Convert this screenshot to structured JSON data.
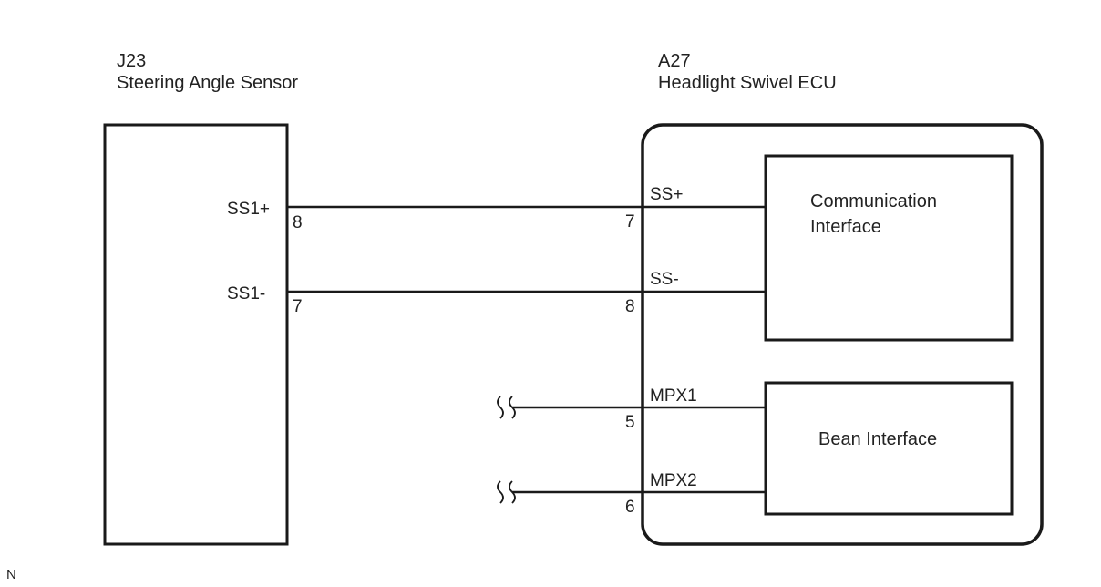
{
  "components": {
    "sensor": {
      "code": "J23",
      "name": "Steering Angle Sensor",
      "pins": [
        {
          "label": "SS1+",
          "number": "8"
        },
        {
          "label": "SS1-",
          "number": "7"
        }
      ]
    },
    "ecu": {
      "code": "A27",
      "name": "Headlight Swivel ECU",
      "pins": [
        {
          "label": "SS+",
          "number": "7"
        },
        {
          "label": "SS-",
          "number": "8"
        },
        {
          "label": "MPX1",
          "number": "5"
        },
        {
          "label": "MPX2",
          "number": "6"
        }
      ],
      "blocks": [
        {
          "line1": "Communication",
          "line2": "Interface"
        },
        {
          "line1": "Bean Interface"
        }
      ]
    }
  },
  "wires": [
    {
      "from": "J23-8 (SS1+)",
      "to": "A27-7 (SS+)"
    },
    {
      "from": "J23-7 (SS1-)",
      "to": "A27-8 (SS-)"
    },
    {
      "from": "break",
      "to": "A27-5 (MPX1)"
    },
    {
      "from": "break",
      "to": "A27-6 (MPX2)"
    }
  ],
  "footer": {
    "note": "N"
  },
  "colors": {
    "line": "#1a1a1a",
    "text": "#222222",
    "background": "#ffffff"
  }
}
